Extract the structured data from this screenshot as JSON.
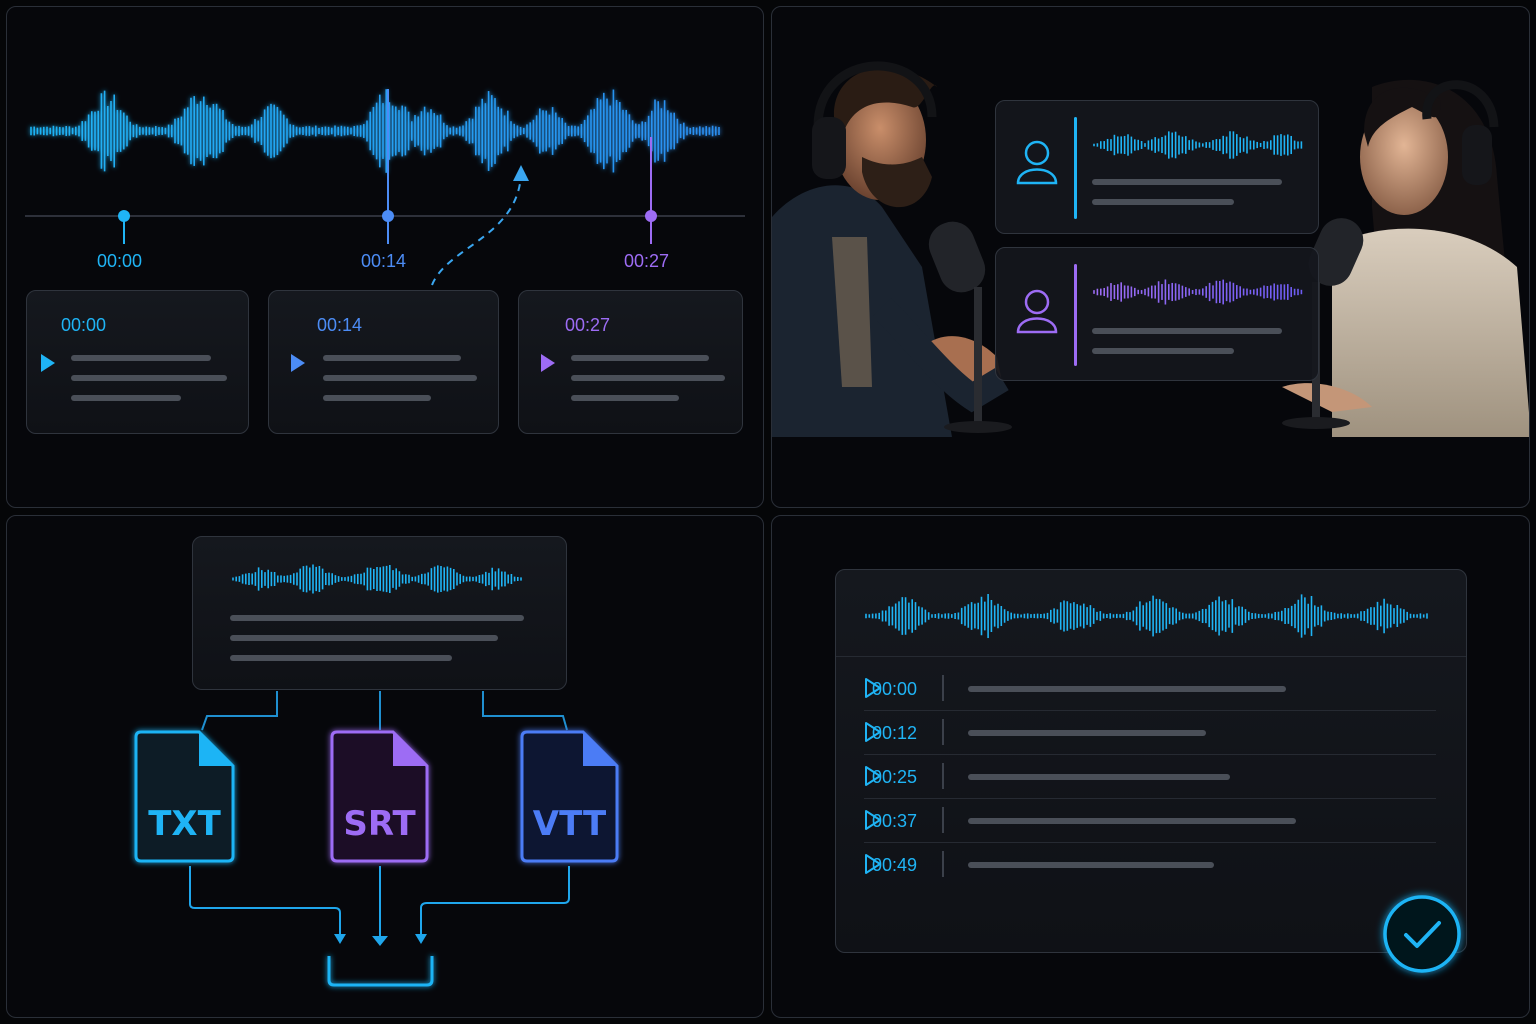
{
  "colors": {
    "cyan": "#1fb4f5",
    "blue": "#4c7cf5",
    "violet": "#9d6cf4",
    "panel_bg": "#06070b",
    "card_border": "#2f343d",
    "placeholder_bar": "#4a4f58"
  },
  "timeline_panel": {
    "markers": [
      {
        "time": "00:00",
        "color": "cyan"
      },
      {
        "time": "00:14",
        "color": "blue"
      },
      {
        "time": "00:27",
        "color": "violet"
      }
    ],
    "segments": [
      {
        "time": "00:00",
        "icon": "play-icon",
        "color": "cyan"
      },
      {
        "time": "00:14",
        "icon": "play-icon",
        "color": "blue"
      },
      {
        "time": "00:27",
        "icon": "play-icon",
        "color": "violet"
      }
    ]
  },
  "speaker_panel": {
    "speakers": [
      {
        "icon": "person-icon",
        "color": "cyan"
      },
      {
        "icon": "person-icon",
        "color": "violet"
      }
    ]
  },
  "export_panel": {
    "formats": [
      {
        "label": "TXT",
        "icon": "file-icon",
        "color": "cyan"
      },
      {
        "label": "SRT",
        "icon": "file-icon",
        "color": "violet"
      },
      {
        "label": "VTT",
        "icon": "file-icon",
        "color": "blue"
      }
    ],
    "destination_icon": "tray-icon"
  },
  "transcript_panel": {
    "rows": [
      {
        "time": "00:00",
        "icon": "play-icon"
      },
      {
        "time": "00:12",
        "icon": "play-icon"
      },
      {
        "time": "00:25",
        "icon": "play-icon"
      },
      {
        "time": "00:37",
        "icon": "play-icon"
      },
      {
        "time": "00:49",
        "icon": "play-icon"
      }
    ],
    "status_icon": "checkmark-icon"
  }
}
